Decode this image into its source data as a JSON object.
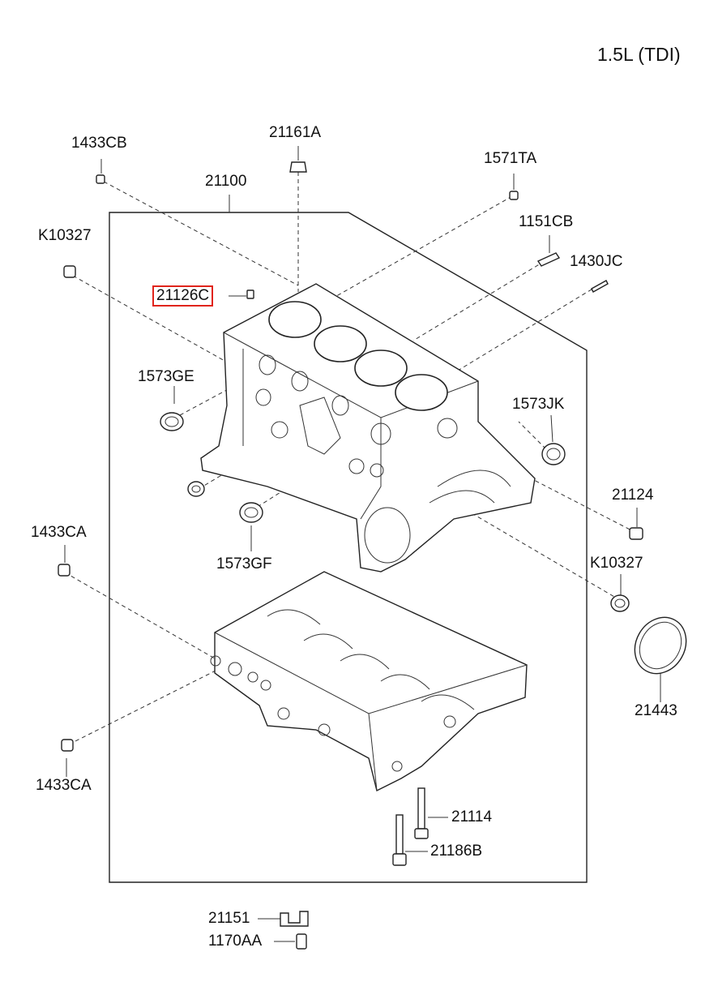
{
  "title": "1.5L (TDI)",
  "parts": {
    "p1433CB": "1433CB",
    "p21161A": "21161A",
    "p1571TA": "1571TA",
    "p21100": "21100",
    "p1151CB": "1151CB",
    "pK10327a": "K10327",
    "p1430JC": "1430JC",
    "p21126C": "21126C",
    "p1573GE": "1573GE",
    "p1573JK": "1573JK",
    "p21124": "21124",
    "p1433CAa": "1433CA",
    "p1573GF": "1573GF",
    "pK10327b": "K10327",
    "p21443": "21443",
    "p1433CAb": "1433CA",
    "p21114": "21114",
    "p21186B": "21186B",
    "p21151": "21151",
    "p1170AA": "1170AA"
  },
  "highlight_color": "#e0241b"
}
